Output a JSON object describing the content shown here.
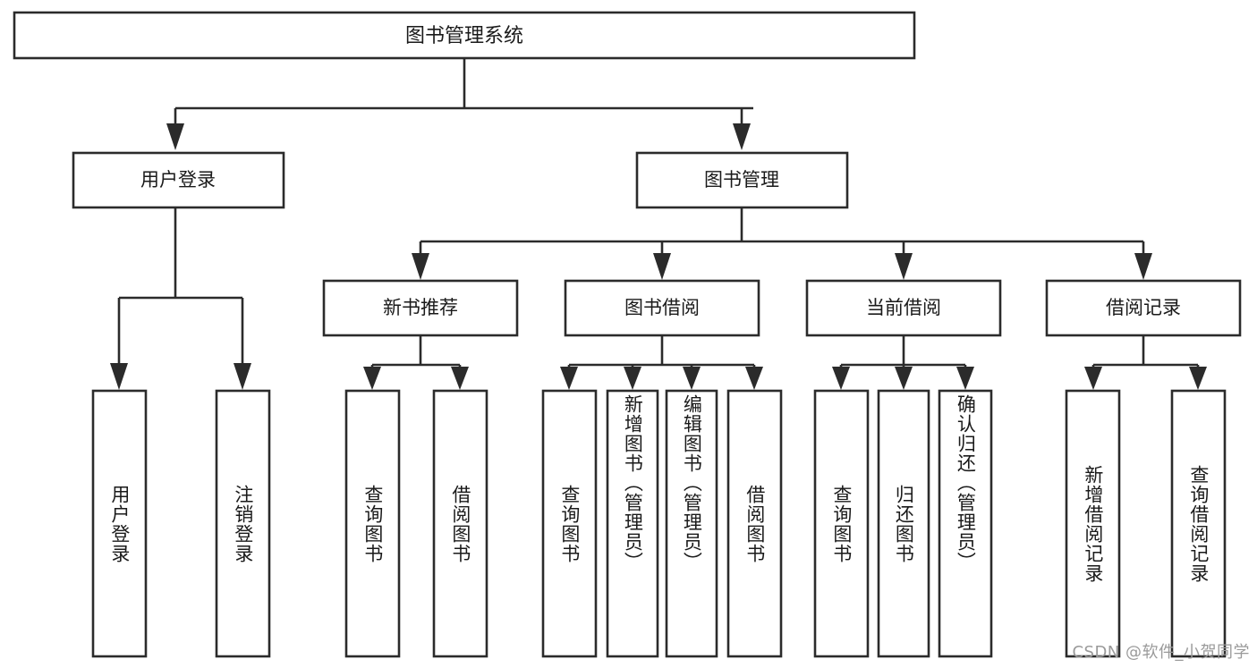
{
  "diagram": {
    "title": "图书管理系统",
    "type": "hierarchy-tree",
    "watermark": "CSDN @软件_小贺同学",
    "colors": {
      "stroke": "#2b2b2b",
      "box_fill": "#ffffff",
      "text": "#1a1a1a",
      "background": "#ffffff",
      "watermark": "#9a9a9a"
    },
    "root": {
      "label": "图书管理系统"
    },
    "level2": [
      {
        "label": "用户登录"
      },
      {
        "label": "图书管理"
      }
    ],
    "level3": [
      {
        "label": "新书推荐"
      },
      {
        "label": "图书借阅"
      },
      {
        "label": "当前借阅"
      },
      {
        "label": "借阅记录"
      }
    ],
    "leaves": {
      "user_login": [
        {
          "label": "用户登录"
        },
        {
          "label": "注销登录"
        }
      ],
      "new_book_recommend": [
        {
          "label": "查询图书"
        },
        {
          "label": "借阅图书"
        }
      ],
      "book_borrow": [
        {
          "label": "查询图书"
        },
        {
          "label": "新增图书（管理员）"
        },
        {
          "label": "编辑图书（管理员）"
        },
        {
          "label": "借阅图书"
        }
      ],
      "current_borrow": [
        {
          "label": "查询图书"
        },
        {
          "label": "归还图书"
        },
        {
          "label": "确认归还（管理员）"
        }
      ],
      "borrow_record": [
        {
          "label": "新增借阅记录"
        },
        {
          "label": "查询借阅记录"
        }
      ]
    }
  }
}
